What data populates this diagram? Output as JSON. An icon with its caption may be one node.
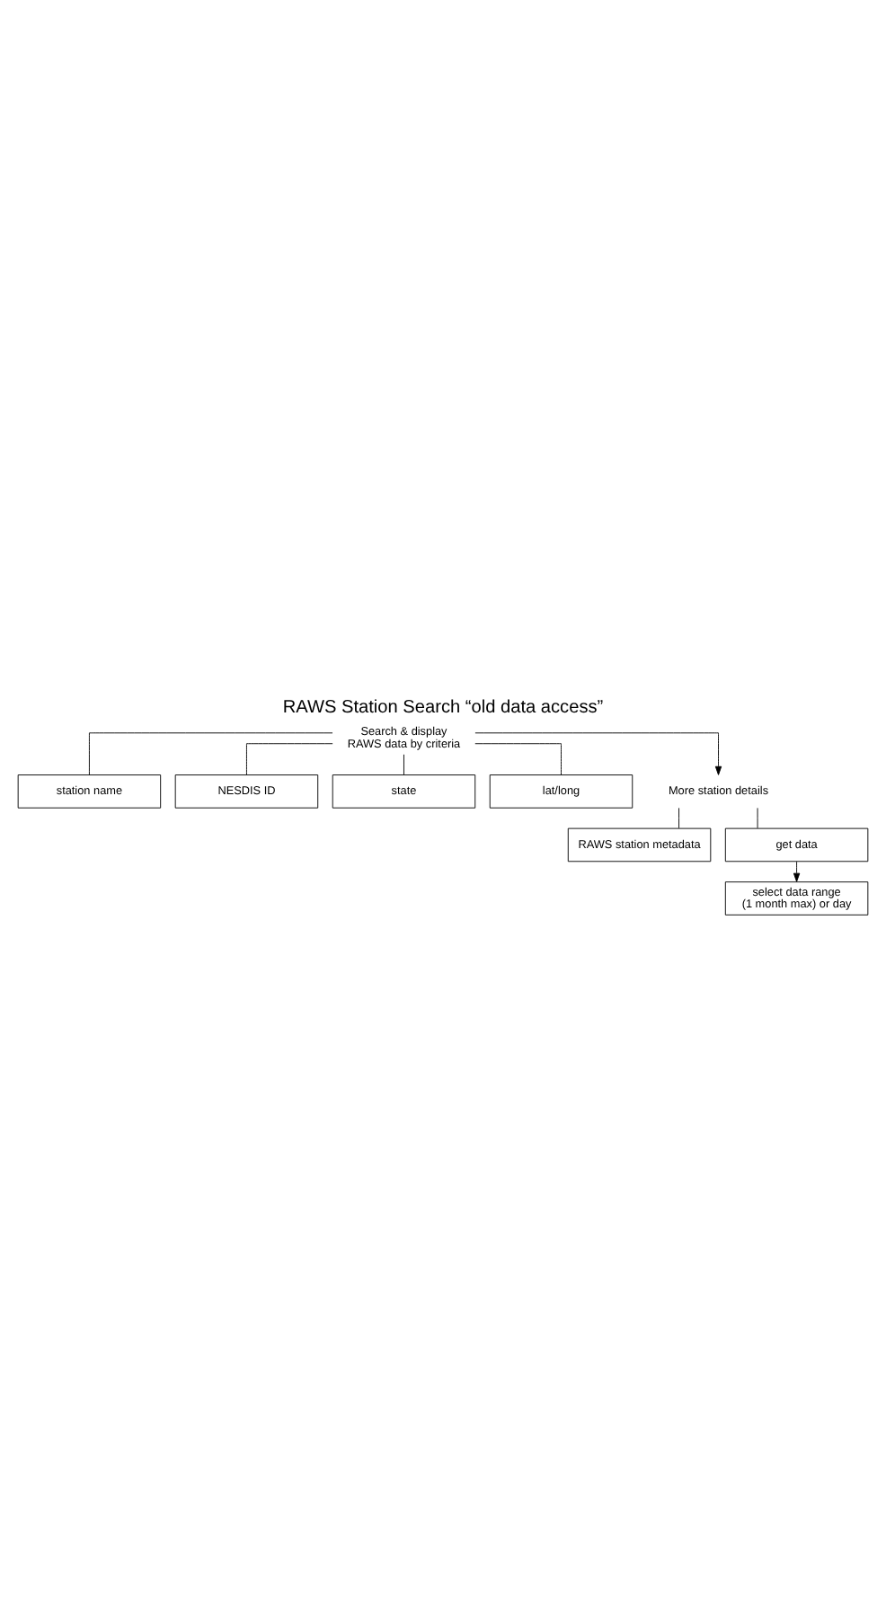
{
  "diagram": {
    "title": "RAWS Station Search “old data access”",
    "nodes": [
      {
        "text": [
          "Search & display RAWS data by criteria"
        ]
      },
      {
        "text": [
          "station name"
        ]
      },
      {
        "text": [
          "NESDIS ID"
        ]
      },
      {
        "text": [
          "state"
        ]
      },
      {
        "text": [
          "lat/long"
        ]
      },
      {
        "text": [
          "More station details"
        ]
      },
      {
        "text": [
          "RAWS station metadata"
        ]
      },
      {
        "text": [
          "get data"
        ]
      },
      {
        "text": [
          "select data range (1 month max) or day"
        ]
      }
    ],
    "edges": [
      {
        "from": 0,
        "to": 1,
        "arrow": "none"
      },
      {
        "from": 0,
        "to": 2,
        "arrow": "none"
      },
      {
        "from": 0,
        "to": 3,
        "arrow": "none"
      },
      {
        "from": 0,
        "to": 4,
        "arrow": "none"
      },
      {
        "from": 0,
        "to": 5,
        "arrow": "to"
      },
      {
        "from": 5,
        "to": 6,
        "arrow": "none"
      },
      {
        "from": 5,
        "to": 7,
        "arrow": "none"
      },
      {
        "from": 7,
        "to": 8,
        "arrow": "to"
      }
    ]
  }
}
